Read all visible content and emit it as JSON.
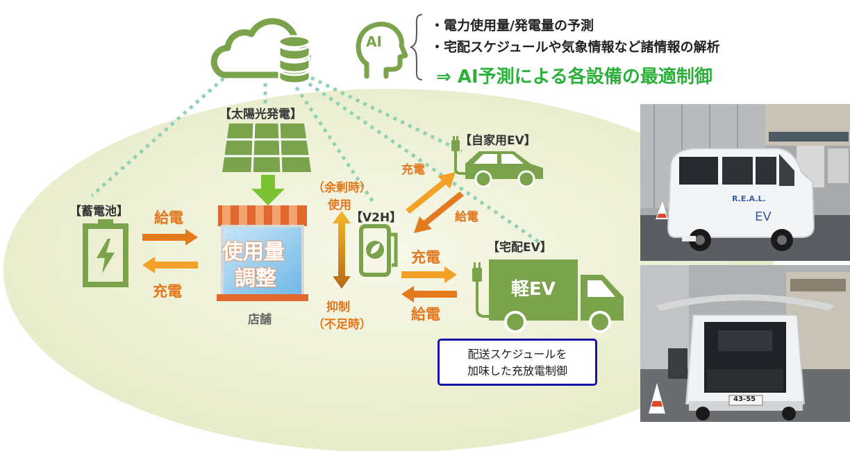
{
  "ai": {
    "icon_text": "AI",
    "bullet1": "・電力使用量/発電量の予測",
    "bullet2": "・宅配スケジュールや気象情報など諸情報の解析",
    "headline": "⇒ AI予測による各設備の最適制御"
  },
  "solar": {
    "label": "【太陽光発電】"
  },
  "battery": {
    "label": "【蓄電池】"
  },
  "store": {
    "label": "店舗",
    "usage_line1": "使用量",
    "usage_line2": "調整"
  },
  "flows": {
    "battery_supply": "給電",
    "battery_charge": "充電",
    "surplus_line1": "（余剰時）",
    "surplus_line2": "使用",
    "suppress_line1": "抑制",
    "suppress_line2": "（不足時）",
    "ev_private_charge": "充電",
    "ev_private_supply": "給電",
    "ev_delivery_charge": "充電",
    "ev_delivery_supply": "給電"
  },
  "v2h": {
    "label": "【V2H】"
  },
  "private_ev": {
    "label": "【自家用EV】"
  },
  "delivery_ev": {
    "label": "【宅配EV】",
    "truck_text": "軽EV"
  },
  "note": {
    "line1": "配送スケジュールを",
    "line2": "加味した充放電制御"
  },
  "photos": {
    "van_brand": "R.E.A.L.",
    "van_ev": "EV",
    "plate": "43-55"
  },
  "colors": {
    "green": "#7aa34b",
    "light_green": "#e8ecc8",
    "orange": "#f0921e",
    "bright_green": "#2bb03a",
    "note_border": "#1515a8"
  }
}
